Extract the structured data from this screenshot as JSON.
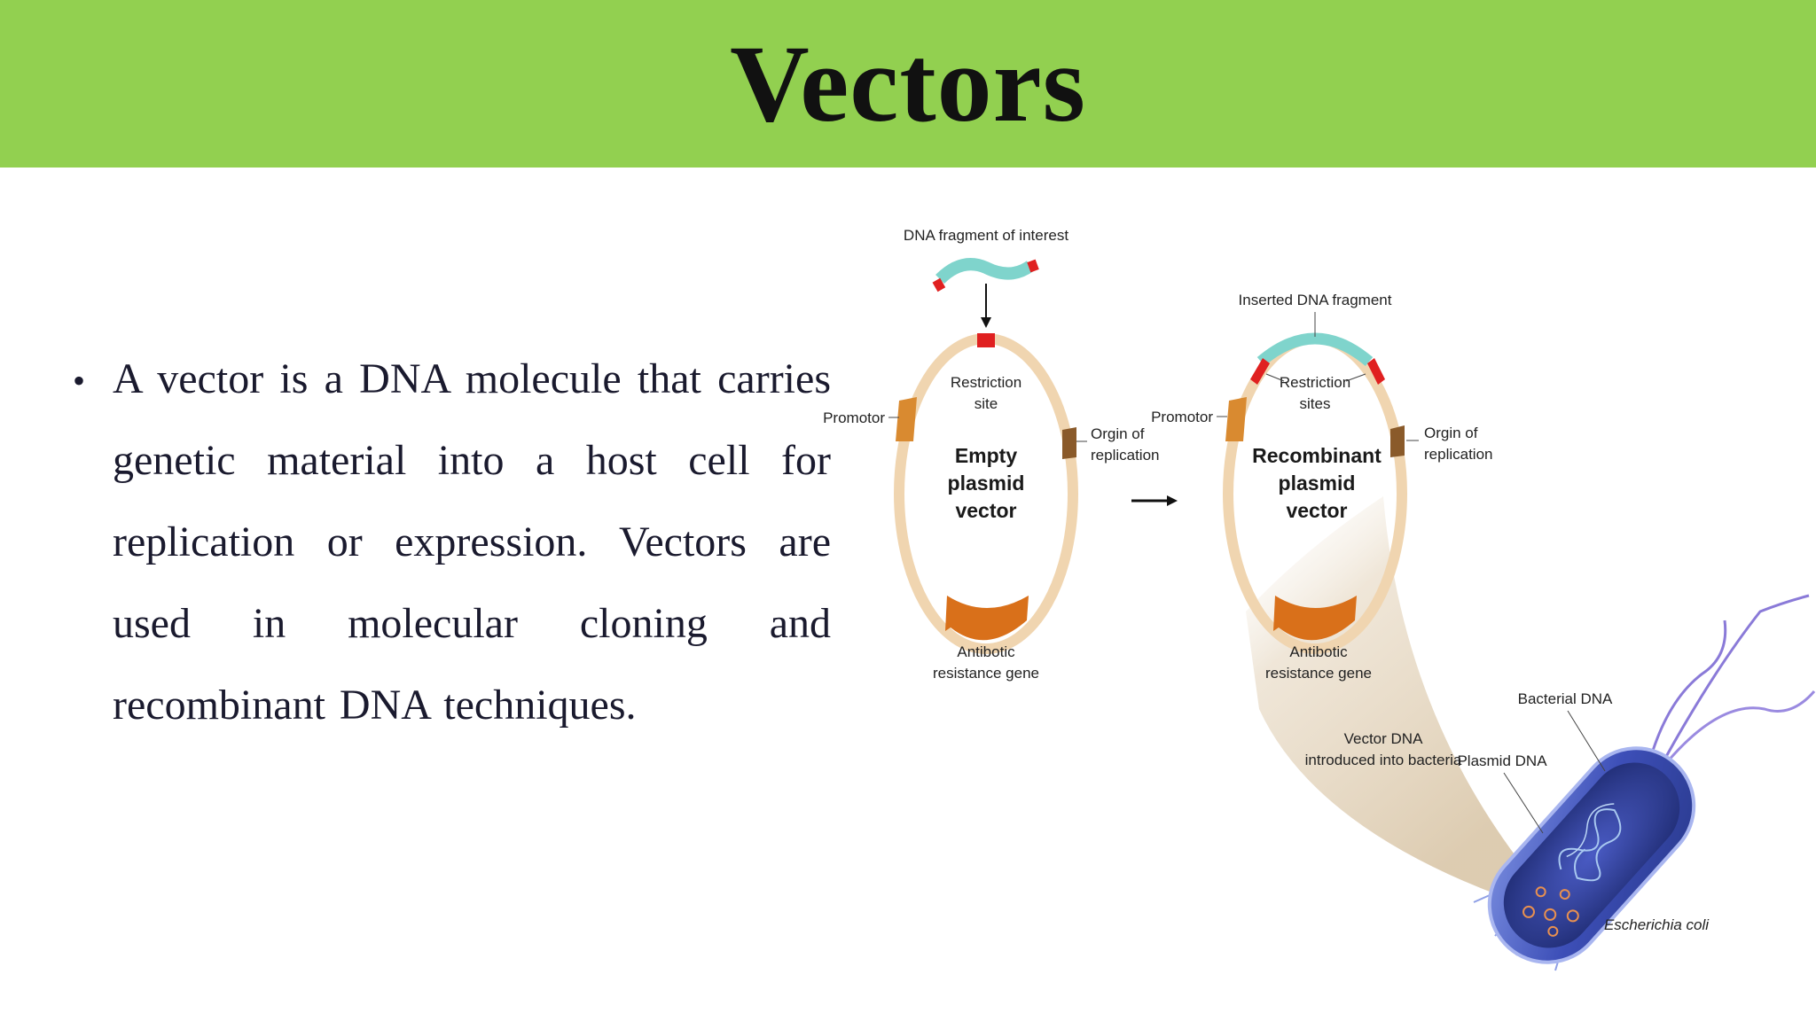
{
  "slide": {
    "title": "Vectors",
    "bullet_text": "A vector is a DNA molecule that carries genetic material into a host cell for replication or expression. Vectors are used in molecular cloning and recombinant DNA techniques."
  },
  "diagram": {
    "dna_fragment_label": "DNA fragment of interest",
    "empty_plasmid": {
      "center_line1": "Empty",
      "center_line2": "plasmid",
      "center_line3": "vector",
      "restriction_line1": "Restriction",
      "restriction_line2": "site",
      "promotor": "Promotor",
      "origin_line1": "Orgin of",
      "origin_line2": "replication",
      "antibiotic_line1": "Antibotic",
      "antibiotic_line2": "resistance gene"
    },
    "recombinant_plasmid": {
      "inserted_label": "Inserted DNA fragment",
      "center_line1": "Recombinant",
      "center_line2": "plasmid",
      "center_line3": "vector",
      "restriction_line1": "Restriction",
      "restriction_line2": "sites",
      "promotor": "Promotor",
      "origin_line1": "Orgin of",
      "origin_line2": "replication",
      "antibiotic_line1": "Antibotic",
      "antibiotic_line2": "resistance gene"
    },
    "bacteria": {
      "vector_intro_line1": "Vector DNA",
      "vector_intro_line2": "introduced into bacteria",
      "bacterial_dna": "Bacterial DNA",
      "plasmid_dna": "Plasmid DNA",
      "species": "Escherichia coli"
    },
    "colors": {
      "title_bar": "#92d050",
      "plasmid_ring": "#f0d5b0",
      "fragment": "#7fd4cc",
      "restriction": "#e02020",
      "promotor": "#d98a30",
      "origin": "#8a5a2a",
      "antibiotic": "#d9701a"
    }
  }
}
